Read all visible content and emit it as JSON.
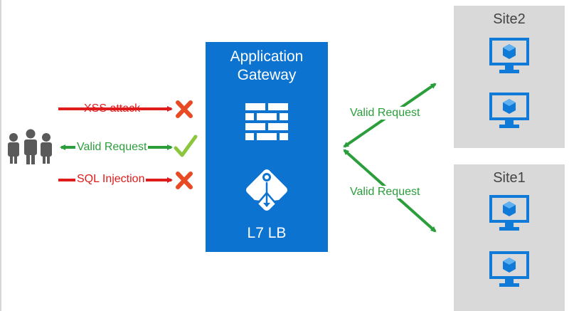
{
  "gateway": {
    "title_line1": "Application",
    "title_line2": "Gateway",
    "waf": "WAF",
    "lb": "L7 LB",
    "color": "#0d73d1"
  },
  "requests": {
    "xss": "XSS attack",
    "valid": "Valid Request",
    "sql": "SQL Injection"
  },
  "backend": {
    "upper_label": "Valid Request",
    "lower_label": "Valid Request"
  },
  "sites": [
    {
      "name": "Site2"
    },
    {
      "name": "Site1"
    }
  ],
  "colors": {
    "attack": "#e01b1b",
    "valid": "#2a9e3a",
    "block_x": "#e84b23",
    "check": "#8cc63f",
    "vm": "#0f7ad8",
    "site_bg": "#d9d9d9"
  }
}
